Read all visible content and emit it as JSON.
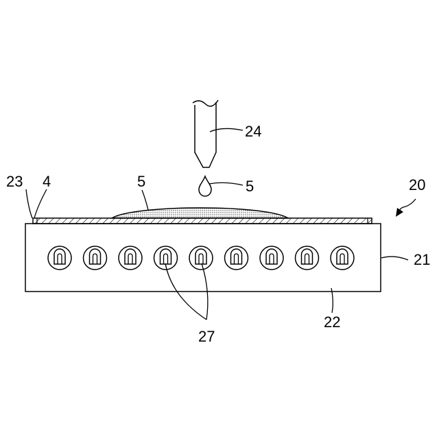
{
  "labels": {
    "nozzle": "24",
    "droplet": "5",
    "film": "5",
    "layer": "4",
    "frame": "23",
    "apparatus": "20",
    "housing": "21",
    "chamber": "22",
    "heaters": "27"
  },
  "heater_count": 9,
  "colors": {
    "ink": "#000000",
    "background": "#ffffff"
  }
}
